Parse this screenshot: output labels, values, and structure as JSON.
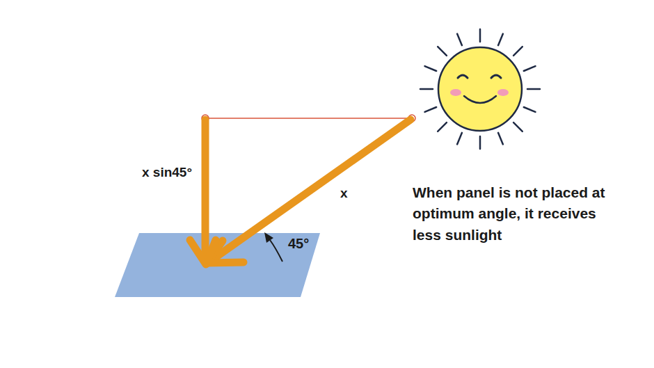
{
  "diagram": {
    "labels": [
      "x sin45°",
      "x",
      "45°",
      "When panel is not placed at optimum angle, it receives less sunlight"
    ]
  }
}
